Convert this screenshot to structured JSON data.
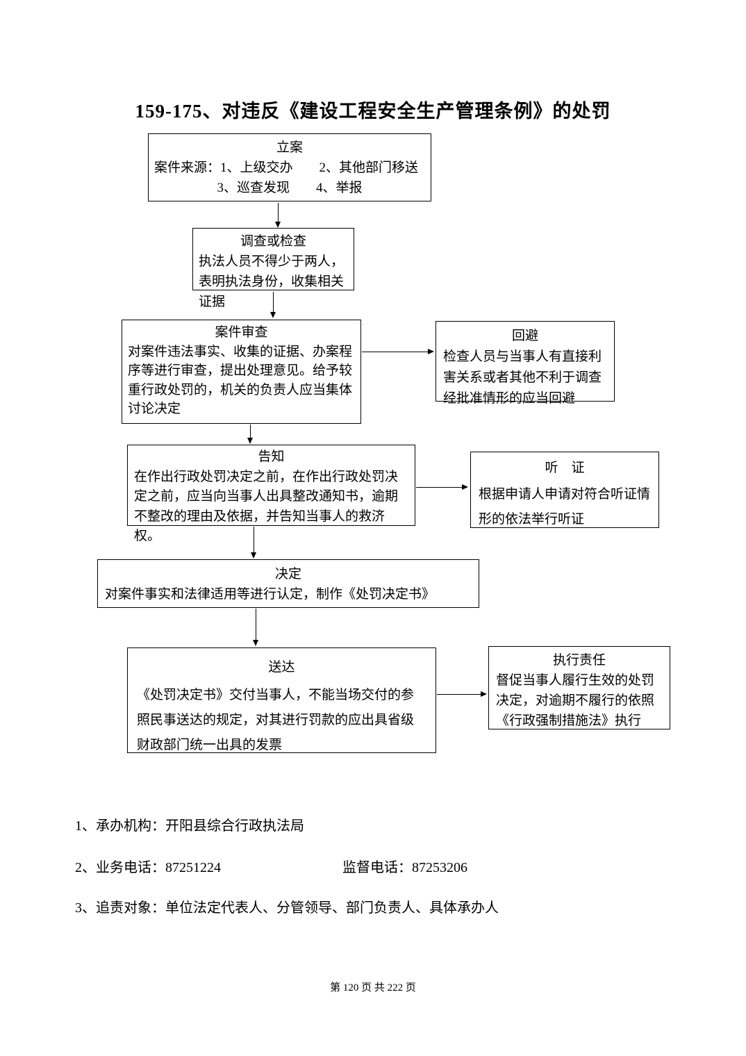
{
  "page": {
    "title": "159-175、对违反《建设工程安全生产管理条例》的处罚",
    "footer": "第 120 页 共 222 页"
  },
  "flowchart": {
    "lian": {
      "title": "立案",
      "line1": "案件来源：1、上级交办　　2、其他部门移送",
      "line2": "3、巡查发现　　4、举报"
    },
    "diaocha": {
      "title": "调查或检查",
      "body": "执法人员不得少于两人，表明执法身份，收集相关证据"
    },
    "shencha": {
      "title": "案件审查",
      "body": "对案件违法事实、收集的证据、办案程序等进行审查，提出处理意见。给予较重行政处罚的，机关的负责人应当集体讨论决定"
    },
    "huibi": {
      "title": "回避",
      "body": "检查人员与当事人有直接利害关系或者其他不利于调查经批准情形的应当回避"
    },
    "gaozhi": {
      "title": "告知",
      "body": "在作出行政处罚决定之前，在作出行政处罚决定之前，应当向当事人出具整改通知书，逾期不整改的理由及依据，并告知当事人的救济权。"
    },
    "tingzheng": {
      "title": "听　证",
      "body": "根据申请人申请对符合听证情形的依法举行听证"
    },
    "jueding": {
      "title": "决定",
      "body": "对案件事实和法律适用等进行认定，制作《处罚决定书》"
    },
    "songda": {
      "title": "送达",
      "body": "《处罚决定书》交付当事人，不能当场交付的参照民事送达的规定，对其进行罚款的应出具省级财政部门统一出具的发票"
    },
    "zhixing": {
      "title": "执行责任",
      "body": "督促当事人履行生效的处罚决定，对逾期不履行的依照《行政强制措施法》执行"
    }
  },
  "notes": {
    "line1": "1、承办机构：开阳县综合行政执法局",
    "line2a": "2、业务电话：87251224",
    "line2b": "监督电话：87253206",
    "line3": "3、追责对象：单位法定代表人、分管领导、部门负责人、具体承办人"
  }
}
